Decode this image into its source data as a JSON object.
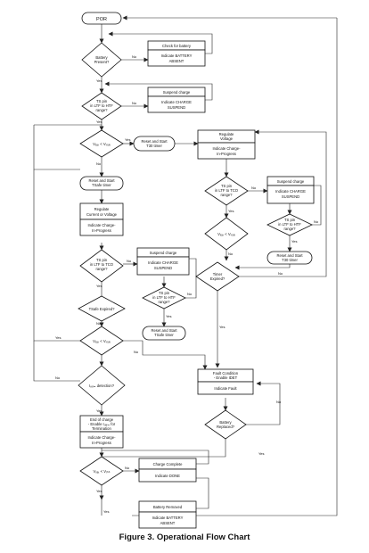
{
  "caption": "Figure 3. Operational Flow Chart",
  "nodes": {
    "por": "POR",
    "battery_present": [
      "Battery",
      "Present?"
    ],
    "check_battery": "Check for battery",
    "indicate_battery_absent_1": [
      "Indicate BATTERY",
      "ABSENT"
    ],
    "ts_pin_range_1": [
      "TS pin",
      "in LTF to HTF",
      "range?"
    ],
    "suspend_charge_1": "Suspend charge",
    "indicate_charge_suspend_1": [
      "Indicate CHARGE",
      "SUSPEND"
    ],
    "vbat_vlowv_1": "Vₓₐₜ < Vₗₒᵤᵥ",
    "reset_start_timer_1": [
      "Reset and Start",
      "T30 timer"
    ],
    "regulate_voltage": [
      "Regulate",
      "Voltage"
    ],
    "indicate_charge_in_progress_1": [
      "Indicate Charge-",
      "In-Progress"
    ],
    "reset_start_tsafe_timer": [
      "Reset and Start",
      "TSafe timer"
    ],
    "ts_pin_range_2": [
      "TS pin",
      "in LTF to TCO",
      "range?"
    ],
    "suspend_charge_2": "Suspend charge",
    "indicate_charge_suspend_2": [
      "Indicate CHARGE",
      "SUSPEND"
    ],
    "regulate_current": [
      "Regulate",
      "Current or Voltage"
    ],
    "indicate_charge_in_progress_2": [
      "Indicate Charge-",
      "In-Progress"
    ],
    "ts_pin_range_3": [
      "TS pin",
      "in LTF to HTF",
      "range?"
    ],
    "vbat_vlowv_2": "Vₓₐₜ < Vₗₒᵤᵥ",
    "reset_start_t30_timer": [
      "Reset and Start",
      "T30 timer"
    ],
    "ts_pin_range_4": [
      "TS pin",
      "in LTF to TCO",
      "range?"
    ],
    "suspend_charge_3": "Suspend charge",
    "indicate_charge_suspend_3": [
      "Indicate CHARGE",
      "SUSPEND"
    ],
    "timer_expired_1": [
      "Timer",
      "Expired?"
    ],
    "ts_pin_range_5": [
      "TS pin",
      "in LTF to HTF",
      "range?"
    ],
    "tsafe_expired": "TSafe Expired?",
    "reset_start_tsafe_timer_2": [
      "Reset and Start",
      "TSafe timer"
    ],
    "vbat_vlowv_3": "Vₓₐₜ < Vₗₒᵤᵥ",
    "fault_condition": [
      "Fault Condition",
      "- Enable IDET"
    ],
    "indicate_fault": "Indicate Fault",
    "iterm_detection": "Iₜₑᵣₘ detection?",
    "battery_replaced": [
      "Battery",
      "Replaced?"
    ],
    "end_of_charge": [
      "End of charge",
      "- Enable Iₜₑᵣₘ for",
      "Termination"
    ],
    "indicate_charge_in_progress_3": [
      "Indicate Charge-",
      "In-Progress"
    ],
    "vbat_vrch": "Vₓₐₜ < Vᵣₕₕ",
    "charge_complete": "Charge Complete",
    "indicate_done": "Indicate DONE",
    "battery_removed": "Battery Removed",
    "indicate_battery_absent_2": [
      "Indicate BATTERY",
      "ABSENT"
    ]
  },
  "edges": {
    "yes": "Yes",
    "no": "No"
  }
}
